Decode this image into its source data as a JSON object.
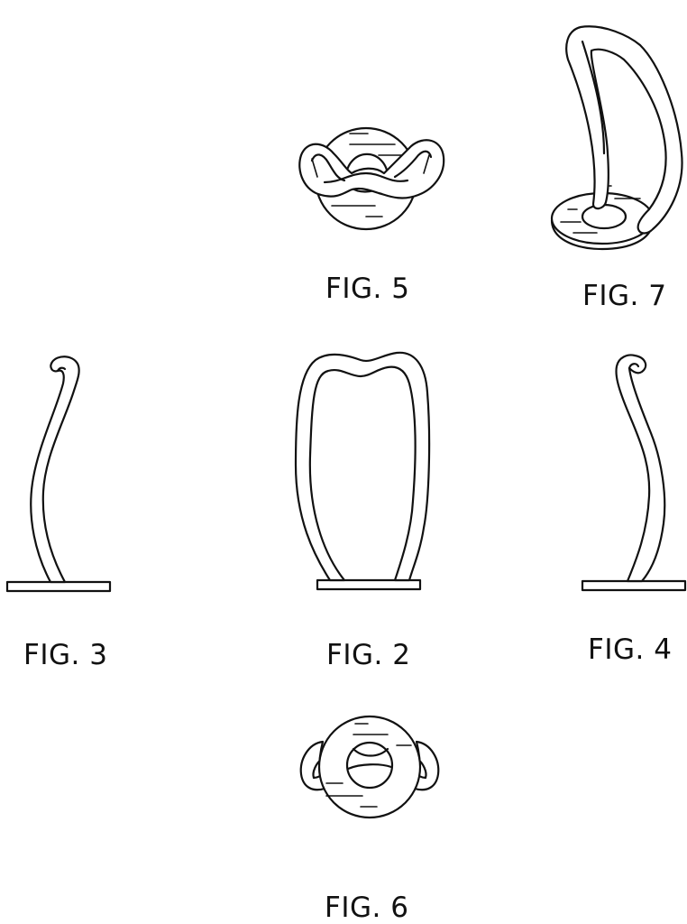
{
  "sheet": {
    "type": "design patent drawing sheet",
    "ink_color": "#111111",
    "background": "#ffffff"
  },
  "figures": [
    {
      "id": "fig5",
      "label": "FIG. 5",
      "view": "top view - disc base with wavy wire loop"
    },
    {
      "id": "fig7",
      "label": "FIG. 7",
      "view": "perspective view - curved wire arm on ring base"
    },
    {
      "id": "fig3",
      "label": "FIG. 3",
      "view": "side view - S-curved wire with hook top on flat base"
    },
    {
      "id": "fig2",
      "label": "FIG. 2",
      "view": "front view - tall arched wire loop on flat base"
    },
    {
      "id": "fig4",
      "label": "FIG. 4",
      "view": "opposite side view - S-curved wire with hook top on flat base"
    },
    {
      "id": "fig6",
      "label": "FIG. 6",
      "view": "bottom view - disc base with central hole and side loops"
    }
  ]
}
